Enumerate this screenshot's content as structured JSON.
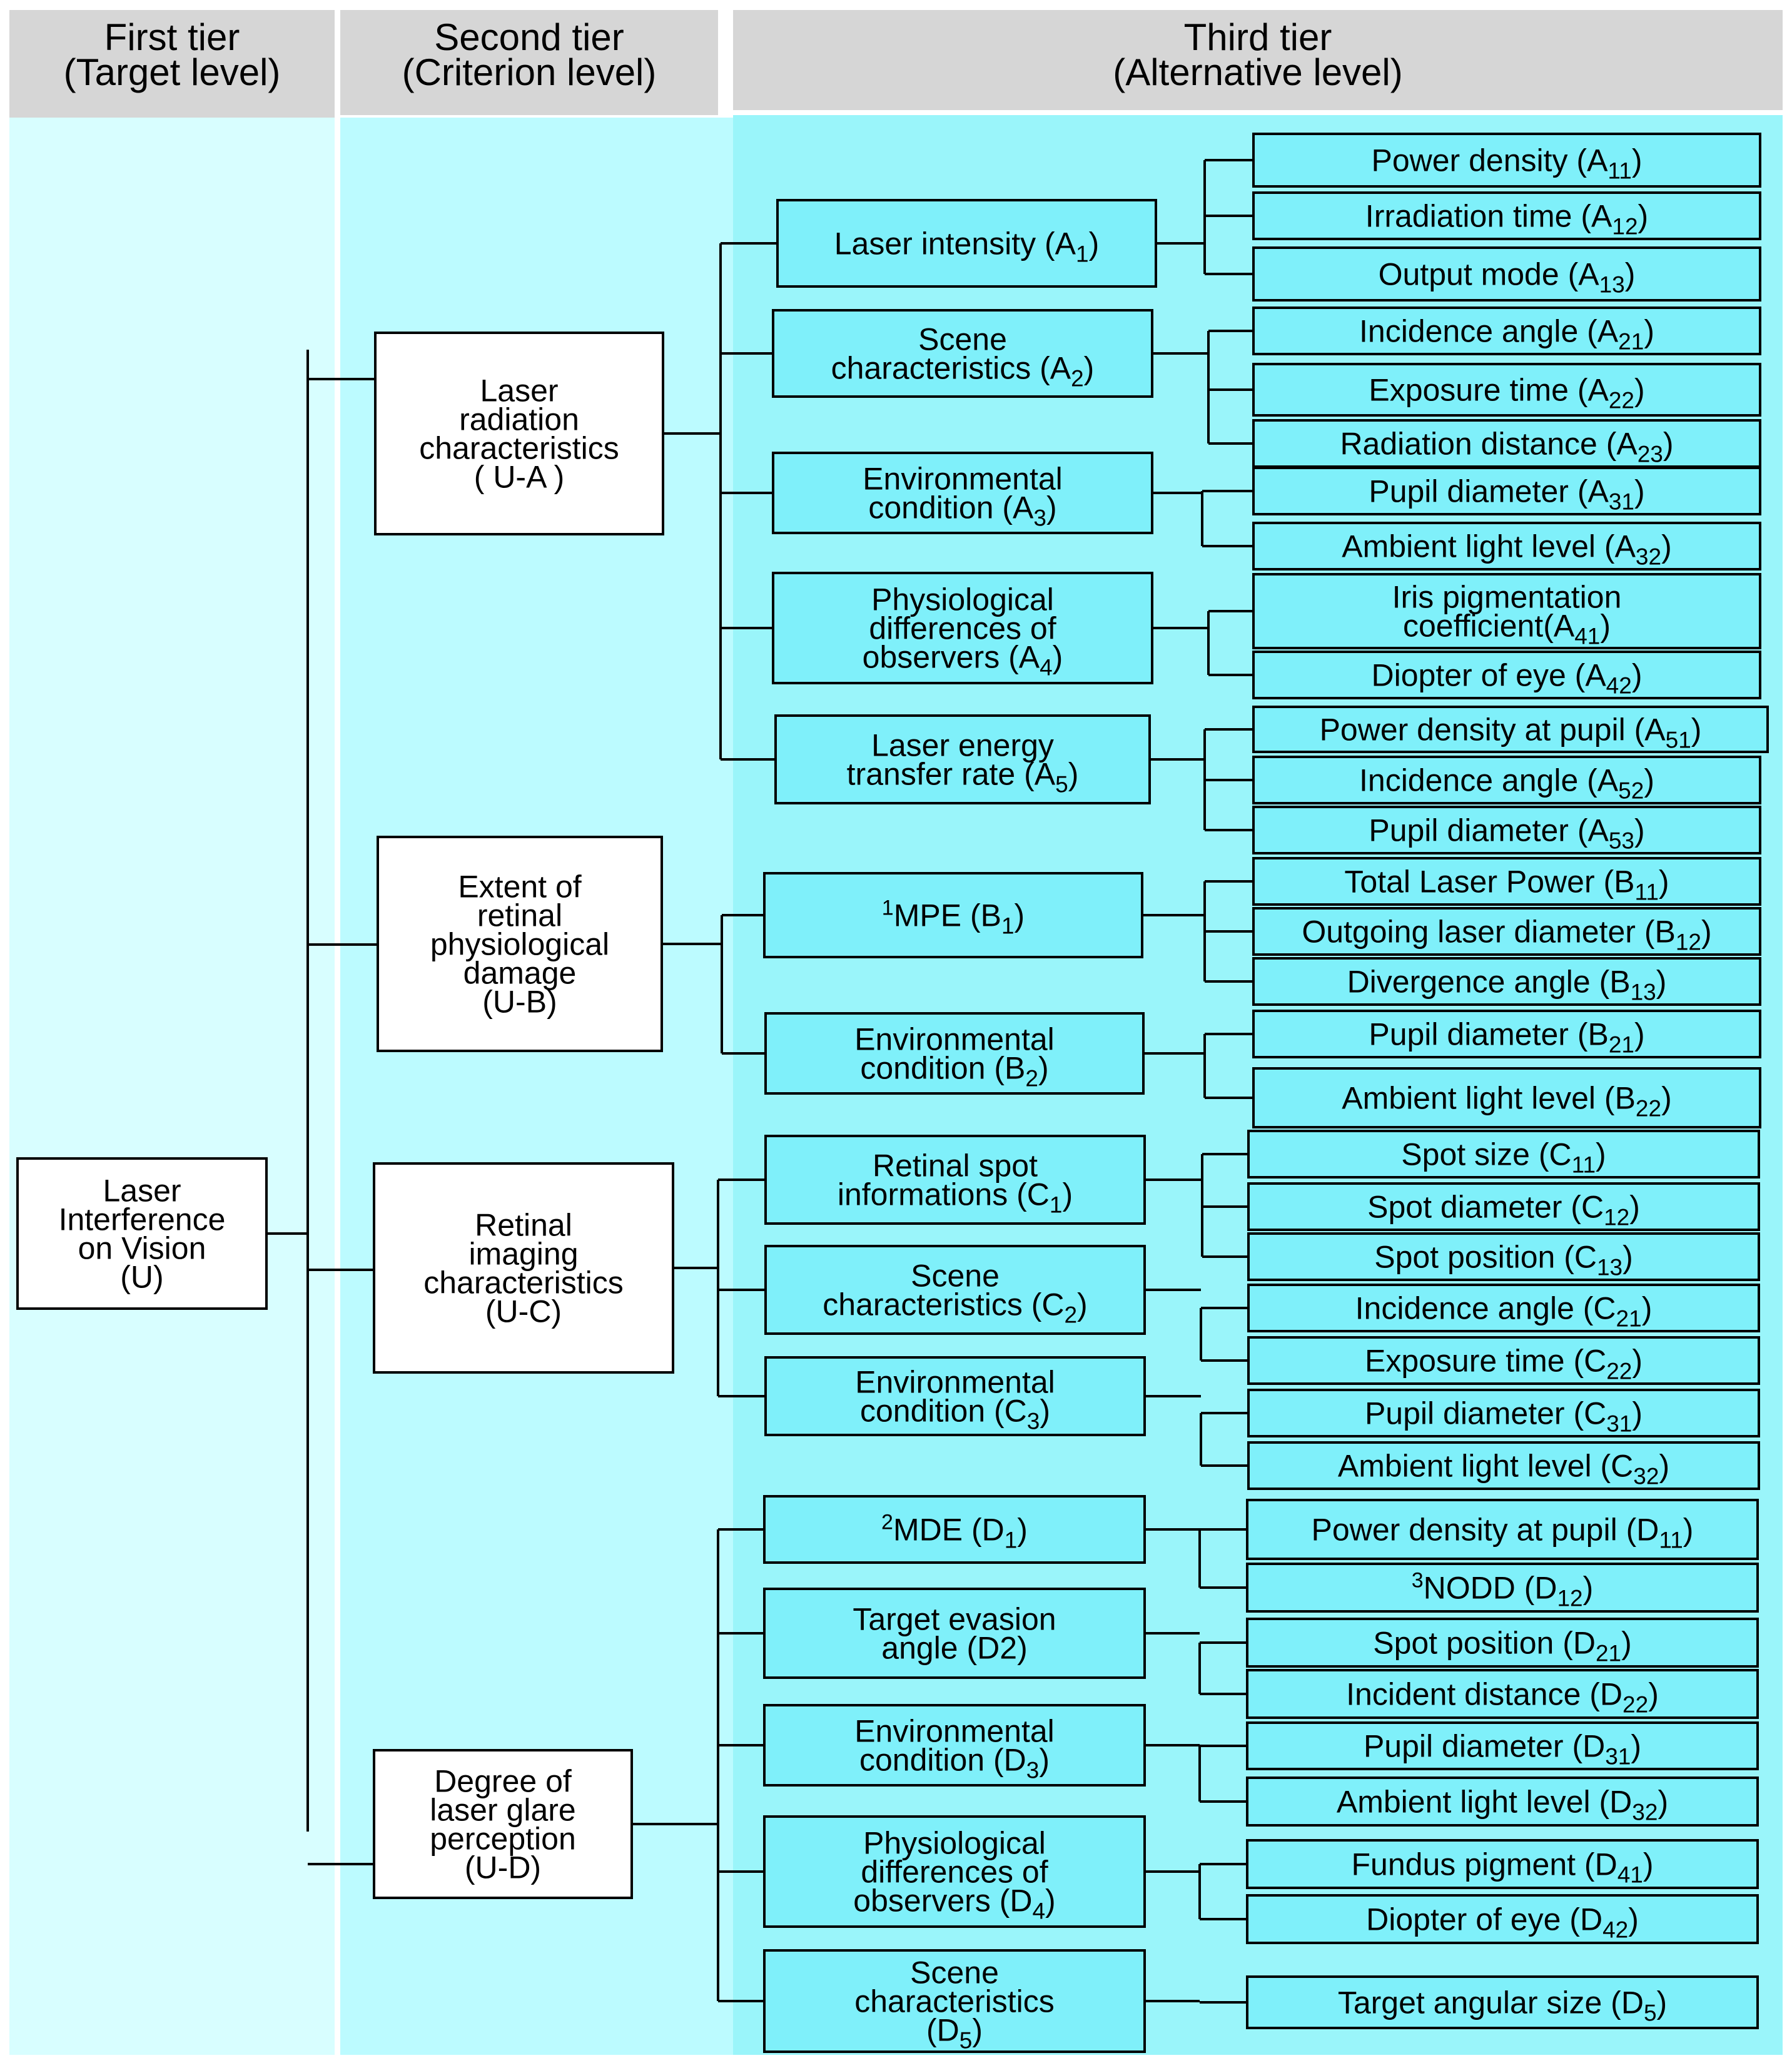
{
  "colors": {
    "header_bg": "#d6d6d6",
    "col1_bg": "#d8feff",
    "col2_bg": "#bcfbff",
    "col3_bg": "#9af5fa",
    "box_fill_plain": "#ffffff",
    "box_fill_level3": "#7ff0fa",
    "line": "#000000"
  },
  "headers": [
    [
      "First tier",
      "(Target level)"
    ],
    [
      "Second tier",
      "(Criterion level)"
    ],
    [
      "Third tier",
      "(Alternative level)"
    ]
  ],
  "target": [
    [
      "Laser"
    ],
    [
      "Interference"
    ],
    [
      "on Vision"
    ],
    [
      "(U)"
    ]
  ],
  "criteria": [
    {
      "label": [
        [
          "Laser"
        ],
        [
          "radiation"
        ],
        [
          "characteristics"
        ],
        [
          "( U-A )"
        ]
      ],
      "children": [
        {
          "label": [
            [
              "Laser intensity (A",
              {
                "sub": "1"
              },
              ")"
            ]
          ],
          "leaves": [
            [
              "Power density (A",
              {
                "sub": "11"
              },
              ")"
            ],
            [
              "Irradiation time (A",
              {
                "sub": "12"
              },
              ")"
            ],
            [
              "Output mode (A",
              {
                "sub": "13"
              },
              ")"
            ]
          ]
        },
        {
          "label": [
            [
              "Scene"
            ],
            [
              "characteristics (A",
              {
                "sub": "2"
              },
              ")"
            ]
          ],
          "leaves": [
            [
              "Incidence angle (A",
              {
                "sub": "21"
              },
              ")"
            ],
            [
              "Exposure time (A",
              {
                "sub": "22"
              },
              ")"
            ],
            [
              "Radiation distance (A",
              {
                "sub": "23"
              },
              ")"
            ]
          ]
        },
        {
          "label": [
            [
              "Environmental"
            ],
            [
              "condition (A",
              {
                "sub": "3"
              },
              ")"
            ]
          ],
          "leaves": [
            [
              "Pupil diameter (A",
              {
                "sub": "31"
              },
              ")"
            ],
            [
              "Ambient light level (A",
              {
                "sub": "32"
              },
              ")"
            ]
          ]
        },
        {
          "label": [
            [
              "Physiological"
            ],
            [
              "differences of"
            ],
            [
              "observers (A",
              {
                "sub": "4"
              },
              ")"
            ]
          ],
          "leaves": [
            [
              "Iris pigmentation",
              "coefficient(A",
              {
                "sub": "41"
              },
              ")"
            ],
            [
              "Diopter of eye (A",
              {
                "sub": "42"
              },
              ")"
            ]
          ]
        },
        {
          "label": [
            [
              "Laser energy"
            ],
            [
              "transfer rate (A",
              {
                "sub": "5"
              },
              ")"
            ]
          ],
          "leaves": [
            [
              "Power density at pupil (A",
              {
                "sub": "51"
              },
              ")"
            ],
            [
              "Incidence angle  (A",
              {
                "sub": "52"
              },
              ")"
            ],
            [
              "Pupil diameter (A",
              {
                "sub": "53"
              },
              ")"
            ]
          ]
        }
      ]
    },
    {
      "label": [
        [
          "Extent of"
        ],
        [
          "retinal"
        ],
        [
          "physiological"
        ],
        [
          "damage"
        ],
        [
          "(U-B)"
        ]
      ],
      "children": [
        {
          "label": [
            [
              {
                "sup": "1"
              },
              "MPE (B",
              {
                "sub": "1"
              },
              ")"
            ]
          ],
          "leaves": [
            [
              "Total Laser Power (B",
              {
                "sub": "11"
              },
              ")"
            ],
            [
              "Outgoing laser diameter (B",
              {
                "sub": "12"
              },
              ")"
            ],
            [
              "Divergence angle (B",
              {
                "sub": "13"
              },
              ")"
            ]
          ]
        },
        {
          "label": [
            [
              "Environmental"
            ],
            [
              "condition (B",
              {
                "sub": "2"
              },
              ")"
            ]
          ],
          "leaves": [
            [
              "Pupil diameter (B",
              {
                "sub": "21"
              },
              ")"
            ],
            [
              "Ambient light level (B",
              {
                "sub": "22"
              },
              ")"
            ]
          ]
        }
      ]
    },
    {
      "label": [
        [
          "Retinal"
        ],
        [
          "imaging"
        ],
        [
          "characteristics"
        ],
        [
          "(U-C)"
        ]
      ],
      "children": [
        {
          "label": [
            [
              "Retinal spot"
            ],
            [
              "informations (C",
              {
                "sub": "1"
              },
              ")"
            ]
          ],
          "leaves": [
            [
              "Spot size (C",
              {
                "sub": "11"
              },
              ")"
            ],
            [
              "Spot diameter  (C",
              {
                "sub": "12"
              },
              ")"
            ],
            [
              "Spot position  (C",
              {
                "sub": "13"
              },
              ")"
            ]
          ]
        },
        {
          "label": [
            [
              "Scene"
            ],
            [
              "characteristics (C",
              {
                "sub": "2"
              },
              ")"
            ]
          ],
          "leaves": [
            [
              "Incidence angle  (C",
              {
                "sub": "21"
              },
              ")"
            ],
            [
              "Exposure time  (C",
              {
                "sub": "22"
              },
              ")"
            ]
          ]
        },
        {
          "label": [
            [
              "Environmental"
            ],
            [
              "condition (C",
              {
                "sub": "3"
              },
              ")"
            ]
          ],
          "leaves": [
            [
              "Pupil diameter  (C",
              {
                "sub": "31"
              },
              ")"
            ],
            [
              "Ambient light level  (C",
              {
                "sub": "32"
              },
              ")"
            ]
          ]
        }
      ]
    },
    {
      "label": [
        [
          "Degree of"
        ],
        [
          "laser glare"
        ],
        [
          "perception"
        ],
        [
          "(U-D)"
        ]
      ],
      "children": [
        {
          "label": [
            [
              {
                "sup": "2"
              },
              "MDE (D",
              {
                "sub": "1"
              },
              ")"
            ]
          ],
          "leaves": [
            [
              "Power density at pupil  (D",
              {
                "sub": "11"
              },
              ")"
            ],
            [
              {
                "sup": "3"
              },
              "NODD  (D",
              {
                "sub": "12"
              },
              ")"
            ]
          ]
        },
        {
          "label": [
            [
              "Target evasion"
            ],
            [
              "angle (D2)"
            ]
          ],
          "leaves": [
            [
              "Spot position (D",
              {
                "sub": "21"
              },
              ")"
            ],
            [
              "Incident distance (D",
              {
                "sub": "22"
              },
              ")"
            ]
          ]
        },
        {
          "label": [
            [
              "Environmental"
            ],
            [
              "condition (D",
              {
                "sub": "3"
              },
              ")"
            ]
          ],
          "leaves": [
            [
              "Pupil diameter (D",
              {
                "sub": "31"
              },
              ")"
            ],
            [
              "Ambient light level (D",
              {
                "sub": "32"
              },
              ")"
            ]
          ]
        },
        {
          "label": [
            [
              "Physiological"
            ],
            [
              "differences of"
            ],
            [
              "observers (D",
              {
                "sub": "4"
              },
              ")"
            ]
          ],
          "leaves": [
            [
              "Fundus pigment (D",
              {
                "sub": "41"
              },
              ")"
            ],
            [
              "Diopter of eye (D",
              {
                "sub": "42"
              },
              ")"
            ]
          ]
        },
        {
          "label": [
            [
              "Scene"
            ],
            [
              "characteristics"
            ],
            [
              "(D",
              {
                "sub": "5"
              },
              ")"
            ]
          ],
          "leaves": [
            [
              "Target angular size (D",
              {
                "sub": "5"
              },
              ")"
            ]
          ]
        }
      ]
    }
  ]
}
